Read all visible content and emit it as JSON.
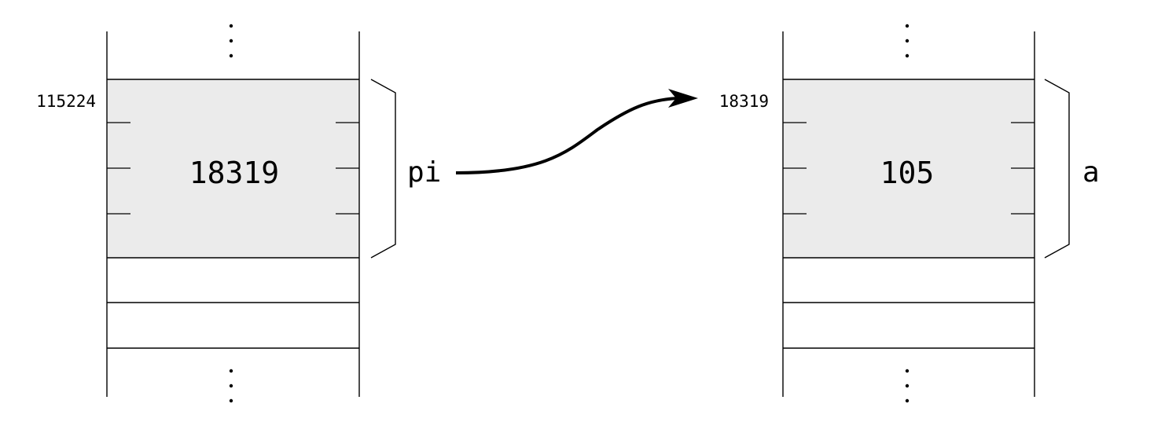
{
  "memory_blocks": [
    {
      "id": "left",
      "address": "115224",
      "value": "18319",
      "variable": "pi"
    },
    {
      "id": "right",
      "address": "18319",
      "value": "105",
      "variable": "a"
    }
  ],
  "pointer": {
    "from": "pi",
    "to": "18319"
  }
}
